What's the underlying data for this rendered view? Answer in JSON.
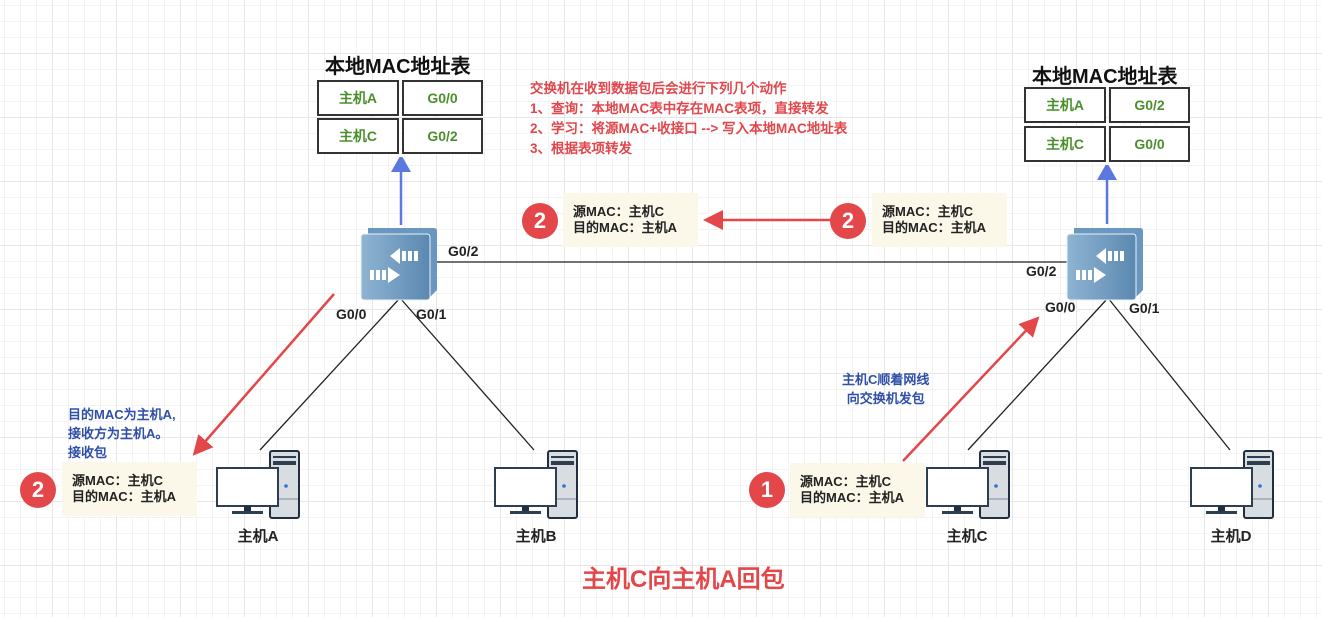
{
  "caption": "主机C向主机A回包",
  "steps_note": {
    "lines": [
      "交换机在收到数据包后会进行下列几个动作",
      "1、查询：本地MAC表中存在MAC表项，直接转发",
      "2、学习：将源MAC+收接口 --> 写入本地MAC地址表",
      "3、根据表项转发"
    ]
  },
  "left_switch": {
    "mac_table": {
      "title": "本地MAC地址表",
      "rows": [
        {
          "host": "主机A",
          "port": "G0/0"
        },
        {
          "host": "主机C",
          "port": "G0/2"
        }
      ]
    },
    "ports": {
      "p0": "G0/0",
      "p1": "G0/1",
      "p2": "G0/2"
    }
  },
  "right_switch": {
    "mac_table": {
      "title": "本地MAC地址表",
      "rows": [
        {
          "host": "主机A",
          "port": "G0/2"
        },
        {
          "host": "主机C",
          "port": "G0/0"
        }
      ]
    },
    "ports": {
      "p0": "G0/0",
      "p1": "G0/1",
      "p2": "G0/2"
    }
  },
  "packets": [
    {
      "step": "2",
      "src": "源MAC：主机C",
      "dst": "目的MAC：主机A"
    },
    {
      "step": "2",
      "src": "源MAC：主机C",
      "dst": "目的MAC：主机A"
    },
    {
      "step": "2",
      "src": "源MAC：主机C",
      "dst": "目的MAC：主机A"
    },
    {
      "step": "1",
      "src": "源MAC：主机C",
      "dst": "目的MAC：主机A"
    }
  ],
  "notes": {
    "host_a": [
      "目的MAC为主机A,",
      "接收方为主机A。",
      "接收包"
    ],
    "host_c": [
      "主机C顺着网线",
      "向交换机发包"
    ]
  },
  "hosts": [
    "主机A",
    "主机B",
    "主机C",
    "主机D"
  ],
  "colors": {
    "accent_red": "#e3474a",
    "up_arrow_blue": "#5b78e0",
    "table_text_green": "#4b8f2c",
    "note_blue": "#2f4fa8",
    "packet_bg": "#fbf8ea",
    "switch_blue": "#5f8fb8"
  }
}
